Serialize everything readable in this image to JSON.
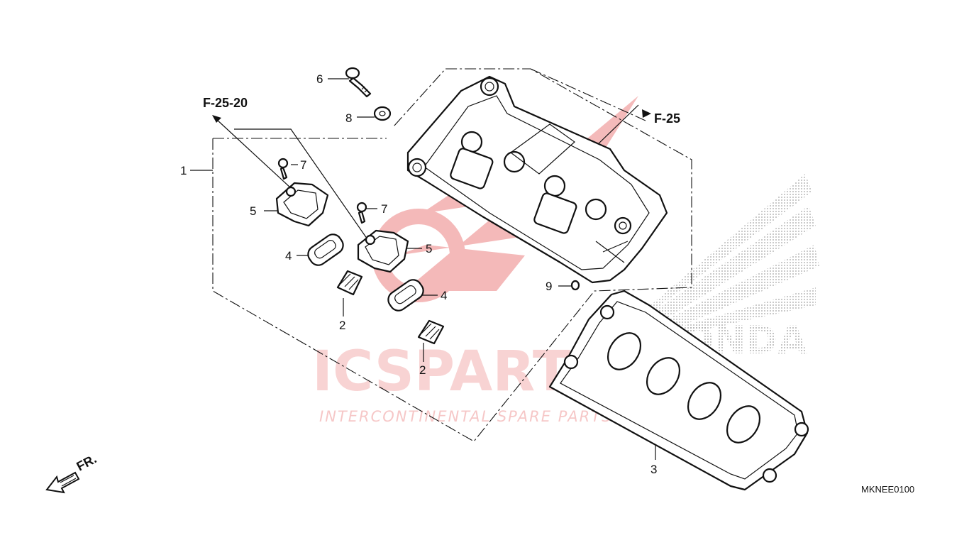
{
  "references": {
    "f_25_20": "F-25-20",
    "f_25": "F-25"
  },
  "callouts": {
    "c1": "1",
    "c2a": "2",
    "c2b": "2",
    "c3": "3",
    "c4a": "4",
    "c4b": "4",
    "c5a": "5",
    "c5b": "5",
    "c6": "6",
    "c7a": "7",
    "c7b": "7",
    "c8": "8",
    "c9": "9"
  },
  "direction": {
    "label": "FR."
  },
  "diagram_code": "MKNEE0100",
  "watermark": {
    "brand_big": "ICSPARTS",
    "brand_small": "INTERCONTINENTAL SPARE PARTS",
    "honda_logo": "HONDA",
    "colors": {
      "red": "#e03a3a",
      "gray": "#9a9a9a"
    }
  },
  "icons": {
    "front_arrow": "arrow-down-left-icon",
    "honda_wing": "honda-wing-logo-icon"
  }
}
